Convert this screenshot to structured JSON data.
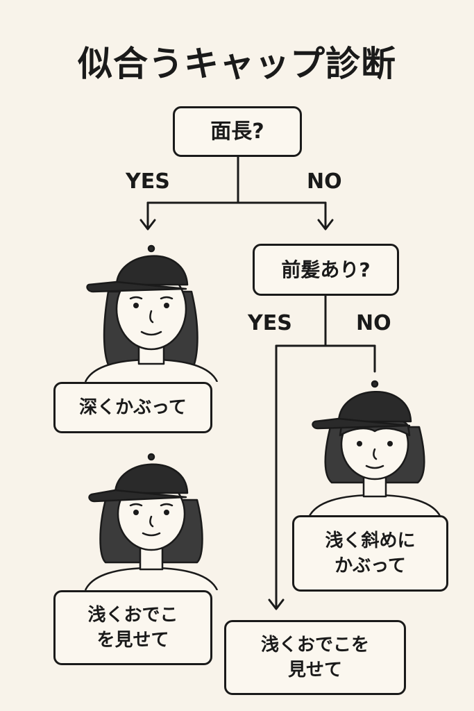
{
  "title": "似合うキャップ診断",
  "root": {
    "question": "面長?"
  },
  "branch_labels": {
    "yes1": "YES",
    "no1": "NO",
    "yes2": "YES",
    "no2": "NO"
  },
  "second": {
    "question": "前髪あり?"
  },
  "results": {
    "deep": "深くかぶって",
    "forehead_left": "浅くおでこ\nを見せて",
    "slanted": "浅く斜めに\nかぶって",
    "forehead_right": "浅くおでこを\n見せて"
  },
  "colors": {
    "background": "#f8f3ea",
    "ink": "#1a1a1a",
    "face": "#fbf7ef",
    "hair": "#3b3b3b",
    "cap": "#2a2a2a"
  }
}
